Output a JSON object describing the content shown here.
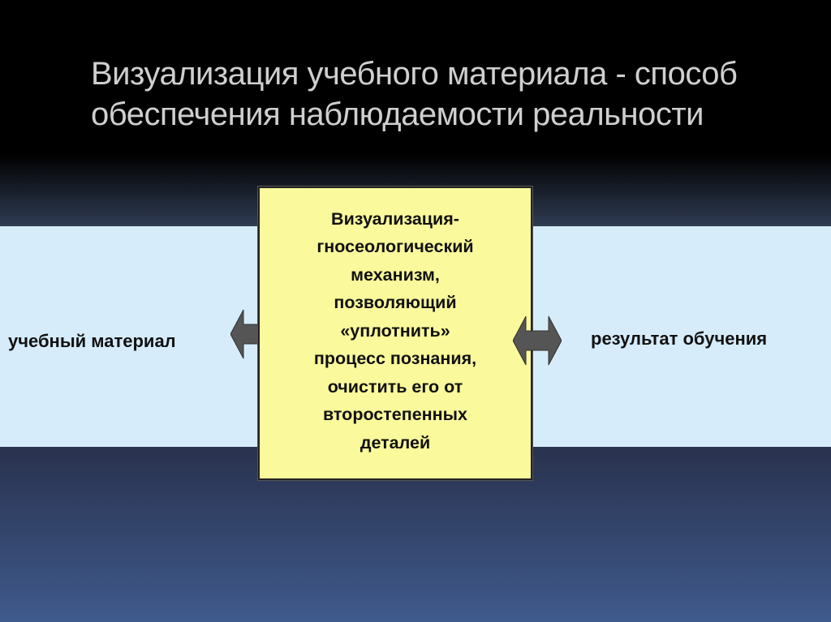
{
  "slide": {
    "title_lines": [
      "Визуализация учебного материала - способ",
      "обеспечения наблюдаемости реальности"
    ],
    "center_box": {
      "lines": [
        "Визуализация-",
        "гносеологический",
        "механизм,",
        "позволяющий",
        "«уплотнить»",
        "процесс познания,",
        "очистить его от",
        "второстепенных",
        "деталей"
      ]
    },
    "left_label": "учебный материал",
    "right_label": "результат обучения",
    "colors": {
      "band": "#d6ecfb",
      "box": "#fafa9c",
      "arrow": "#555555",
      "title": "#cfcfcf"
    },
    "icons": {
      "left_arrow": "double-arrow-icon",
      "right_arrow": "double-arrow-icon"
    }
  }
}
